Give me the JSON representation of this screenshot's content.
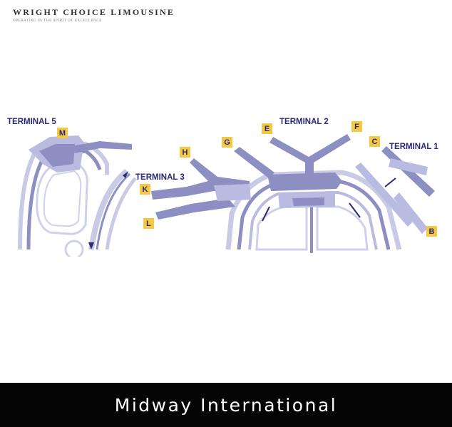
{
  "brand": {
    "name": "WRIGHT CHOICE LIMOUSINE",
    "tagline": "OPERATING IN THE SPIRIT OF EXCELLENCE"
  },
  "map": {
    "terminals": [
      {
        "id": "t5",
        "label": "TERMINAL 5"
      },
      {
        "id": "t3",
        "label": "TERMINAL 3"
      },
      {
        "id": "t2",
        "label": "TERMINAL 2"
      },
      {
        "id": "t1",
        "label": "TERMINAL 1"
      }
    ],
    "gates": [
      {
        "id": "M",
        "label": "M"
      },
      {
        "id": "H",
        "label": "H"
      },
      {
        "id": "G",
        "label": "G"
      },
      {
        "id": "E",
        "label": "E"
      },
      {
        "id": "F",
        "label": "F"
      },
      {
        "id": "C",
        "label": "C"
      },
      {
        "id": "K",
        "label": "K"
      },
      {
        "id": "L",
        "label": "L"
      },
      {
        "id": "B",
        "label": "B"
      }
    ],
    "colors": {
      "building": "#8d8fc2",
      "building_light": "#b9bbe0",
      "road": "#c9cbe6",
      "road_line": "#cfd1ea",
      "label": "#2a2a78",
      "gate_badge": "#f4c842"
    }
  },
  "footer": {
    "title": "Midway International"
  }
}
